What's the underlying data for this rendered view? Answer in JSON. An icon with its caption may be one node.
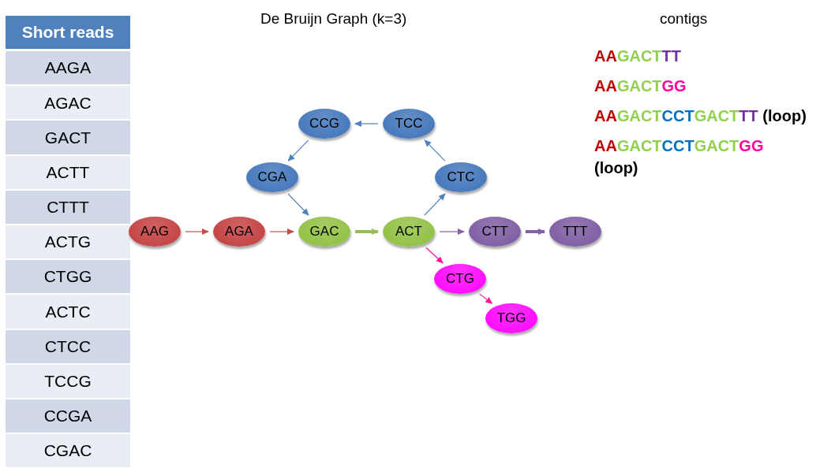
{
  "diagram": {
    "title": "De Bruijn Graph (k=3)",
    "nodes": [
      {
        "text": [
          "CCG"
        ]
      },
      {
        "text": [
          "TCC"
        ]
      },
      {
        "text": [
          "CGA"
        ]
      },
      {
        "text": [
          "CTC"
        ]
      },
      {
        "text": [
          "AAG"
        ]
      },
      {
        "text": [
          "AGA"
        ]
      },
      {
        "text": [
          "GAC"
        ]
      },
      {
        "text": [
          "ACT"
        ]
      },
      {
        "text": [
          "CTT"
        ]
      },
      {
        "text": [
          "TTT"
        ]
      },
      {
        "text": [
          "CTG"
        ]
      },
      {
        "text": [
          "TGG"
        ]
      }
    ],
    "edges": [
      {
        "from": 4,
        "to": 5,
        "arrow": "to",
        "color": "#c0504d"
      },
      {
        "from": 5,
        "to": 6,
        "arrow": "to",
        "color": "#c0504d"
      },
      {
        "from": 6,
        "to": 7,
        "arrow": "to",
        "color": "#9bbb59",
        "style": "thick"
      },
      {
        "from": 7,
        "to": 8,
        "arrow": "to",
        "color": "#8064a2"
      },
      {
        "from": 8,
        "to": 9,
        "arrow": "to",
        "color": "#8064a2",
        "style": "thick"
      },
      {
        "from": 7,
        "to": 3,
        "arrow": "to"
      },
      {
        "from": 3,
        "to": 1,
        "arrow": "to"
      },
      {
        "from": 1,
        "to": 0,
        "arrow": "to"
      },
      {
        "from": 0,
        "to": 2,
        "arrow": "to"
      },
      {
        "from": 2,
        "to": 6,
        "arrow": "to"
      },
      {
        "from": 7,
        "to": 10,
        "arrow": "to",
        "color": "#ff1493"
      },
      {
        "from": 10,
        "to": 11,
        "arrow": "to",
        "color": "#ff1493"
      }
    ],
    "labels": [
      "Short reads",
      "AAGA",
      "AGAC",
      "GACT",
      "ACTT",
      "CTTT",
      "ACTG",
      "CTGG",
      "ACTC",
      "CTCC",
      "TCCG",
      "CCGA",
      "CGAC",
      "contigs",
      "AAGACTTT",
      "AAGACTGG",
      "AAGACTCCTGACTTT (loop)",
      "AAGACTCCTGACTGG (loop)"
    ]
  }
}
